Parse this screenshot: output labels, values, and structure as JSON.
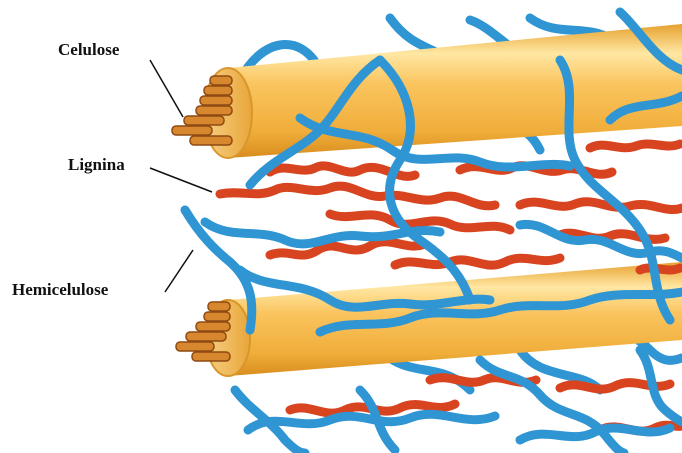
{
  "labels": {
    "cellulose": "Celulose",
    "lignin": "Lignina",
    "hemicellulose": "Hemicelulose"
  },
  "colors": {
    "cellulose_fill": "#F7C25C",
    "cellulose_highlight": "#FFF3C4",
    "cellulose_shadow": "#E29A22",
    "microfibril": "#D7872E",
    "microfibril_shadow": "#9A5313",
    "hemicellulose": "#2F95D3",
    "hemicellulose_dark": "#1B6FA6",
    "lignin": "#D8441F",
    "leader_line": "#111111"
  }
}
